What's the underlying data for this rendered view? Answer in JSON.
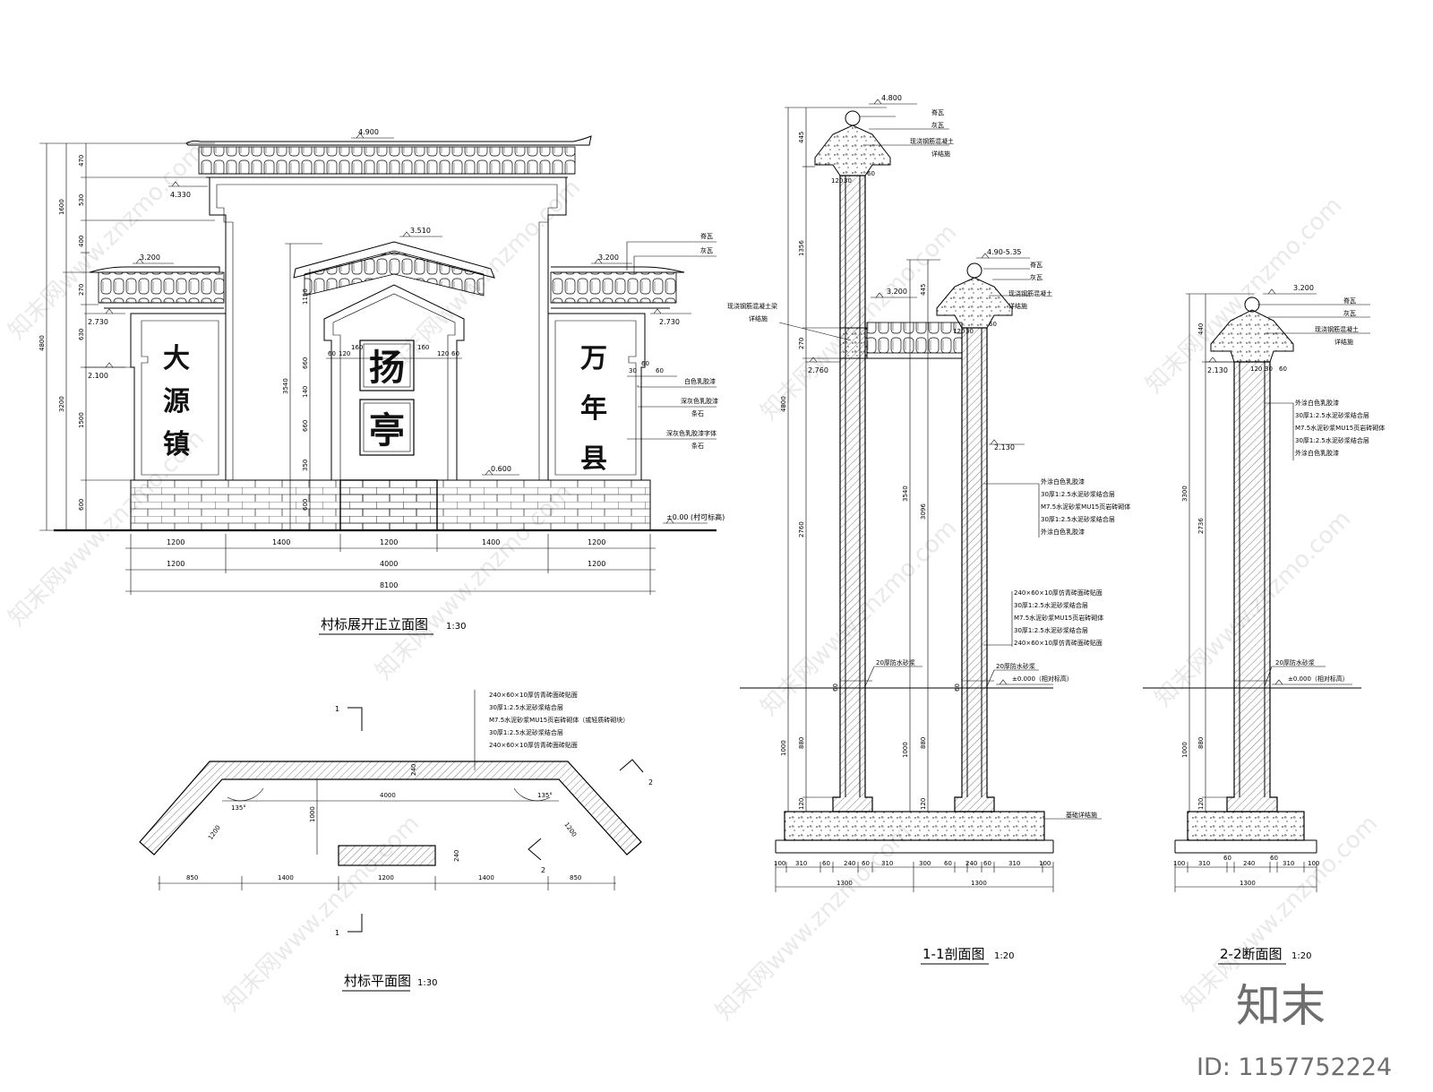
{
  "titles": {
    "elevation": "村标展开正立面图",
    "elevation_scale": "1:30",
    "plan": "村标平面图",
    "plan_scale": "1:30",
    "section11": "1-1剖面图",
    "section11_scale": "1:20",
    "section22": "2-2断面图",
    "section22_scale": "1:20"
  },
  "elevation": {
    "left_chars": [
      "大",
      "源",
      "镇"
    ],
    "right_chars": [
      "万",
      "年",
      "县"
    ],
    "plaque_chars": [
      "扬",
      "亭"
    ],
    "levels": {
      "top": "4.900",
      "upper_left": "4.330",
      "center_gable": "3.510",
      "left_wing": "3.200",
      "right_wing": "3.200",
      "left_eave": "2.730",
      "right_eave": "2.730",
      "left_low": "2.100",
      "base_top": "0.600",
      "ground": "±0.00 (村可标高)"
    },
    "dims_bottom_row1": [
      "1200",
      "1400",
      "1200",
      "1400",
      "1200"
    ],
    "dims_bottom_row2": [
      "1200",
      "4000",
      "1200"
    ],
    "dims_bottom_total": "8100",
    "dims_left_outer": [
      "1600",
      "3200"
    ],
    "dims_left_outer_total": "4800",
    "dims_left_inner": [
      "470",
      "530",
      "400",
      "270",
      "630",
      "1500",
      "600"
    ],
    "dims_center_vertical": [
      "1150",
      "660",
      "140",
      "660",
      "350",
      "600"
    ],
    "dims_center_vertical_total": "3540",
    "dims_plaque_row": [
      "60",
      "120",
      "160",
      "160",
      "120",
      "60"
    ],
    "dims_right_row": [
      "30",
      "60",
      "60"
    ],
    "notes": [
      "脊瓦",
      "灰瓦",
      "白色乳胶漆",
      "深灰色乳胶漆",
      "条石",
      "深灰色乳胶漆字体",
      "条石"
    ]
  },
  "plan": {
    "notes": [
      "240×60×10厚仿青砖面砖贴面",
      "30厚1:2.5水泥砂浆结合层",
      "M7.5水泥砂浆MU15页岩砖砌体（或轻质砖砌块）",
      "30厚1:2.5水泥砂浆结合层",
      "240×60×10厚仿青砖面砖贴面"
    ],
    "dims": [
      "850",
      "1400",
      "1200",
      "1400",
      "850"
    ],
    "inner_dims": [
      "4000",
      "1000",
      "1200",
      "1200",
      "240",
      "240",
      "135°",
      "135°"
    ],
    "section_marks": [
      "1",
      "1",
      "2",
      "2"
    ]
  },
  "section11": {
    "levels": [
      "4.800",
      "4.90-5.35",
      "3.200",
      "2.760",
      "2.130",
      "±0.000（相对标高）"
    ],
    "cap_notes": [
      "脊瓦",
      "灰瓦",
      "现浇钢筋混凝土",
      "详结施"
    ],
    "cap_notes2": [
      "脊瓦",
      "灰瓦",
      "现浇钢筋混凝土",
      "详结施"
    ],
    "beam_note": [
      "现浇钢筋混凝土梁",
      "详结施"
    ],
    "wall_notes_upper": [
      "外涂白色乳胶漆",
      "30厚1:2.5水泥砂浆结合层",
      "M7.5水泥砂浆MU15页岩砖砌体",
      "30厚1:2.5水泥砂浆结合层",
      "外涂白色乳胶漆"
    ],
    "wall_notes_lower": [
      "240×60×10厚仿青砖面砖贴面",
      "30厚1:2.5水泥砂浆结合层",
      "M7.5水泥砂浆MU15页岩砖砌体",
      "30厚1:2.5水泥砂浆结合层",
      "240×60×10厚仿青砖面砖贴面"
    ],
    "waterproof": [
      "20厚防水砂浆",
      "20厚防水砂浆"
    ],
    "foundation": "基础详结施",
    "dims_left": [
      "445",
      "1356",
      "4800",
      "2760",
      "1000",
      "880",
      "120",
      "270",
      "60"
    ],
    "dims_center": [
      "445",
      "3540",
      "3096",
      "1000",
      "880",
      "120",
      "60"
    ],
    "cap_dims": [
      "120",
      "30",
      "60",
      "120",
      "30",
      "60"
    ],
    "dims_bottom": [
      "100",
      "310",
      "60",
      "240",
      "60",
      "310",
      "300",
      "60",
      "240",
      "60",
      "310",
      "100"
    ],
    "dims_totals": [
      "1300",
      "1300"
    ]
  },
  "section22": {
    "levels": [
      "3.200",
      "2.130",
      "±0.000（相对标高）"
    ],
    "cap_notes": [
      "脊瓦",
      "灰瓦",
      "现浇钢筋混凝土",
      "详结施"
    ],
    "wall_notes": [
      "外涂白色乳胶漆",
      "30厚1:2.5水泥砂浆结合层",
      "M7.5水泥砂浆MU15页岩砖砌体",
      "30厚1:2.5水泥砂浆结合层",
      "外涂白色乳胶漆"
    ],
    "waterproof": "20厚防水砂浆",
    "dims_left": [
      "440",
      "3300",
      "2736",
      "1000",
      "880",
      "120"
    ],
    "cap_dims": [
      "120",
      "30",
      "60"
    ],
    "dims_bottom": [
      "100",
      "310",
      "60",
      "240",
      "60",
      "310",
      "100"
    ],
    "dims_total": "1300"
  },
  "watermark": {
    "text": "知末网www.znzmo.com",
    "logo": "知末",
    "id": "ID: 1157752224"
  }
}
